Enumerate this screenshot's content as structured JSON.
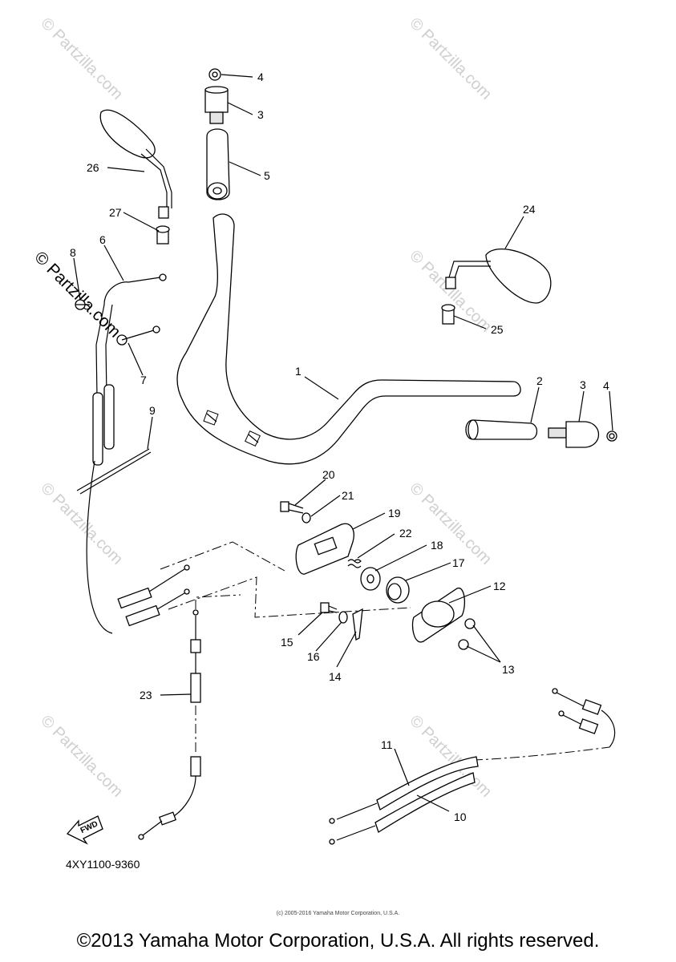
{
  "watermark": {
    "text": "© Partzilla.com",
    "copyright_symbol": "©",
    "site": "Partzilla.com"
  },
  "callouts": [
    "1",
    "2",
    "3",
    "4",
    "5",
    "6",
    "7",
    "8",
    "9",
    "10",
    "11",
    "12",
    "13",
    "14",
    "15",
    "16",
    "17",
    "18",
    "19",
    "20",
    "21",
    "22",
    "23",
    "24",
    "25",
    "26",
    "27"
  ],
  "labels": {
    "c1": "1",
    "c2": "2",
    "c3a": "3",
    "c3b": "3",
    "c4a": "4",
    "c4b": "4",
    "c5": "5",
    "c6": "6",
    "c7": "7",
    "c8": "8",
    "c9": "9",
    "c10": "10",
    "c11": "11",
    "c12": "12",
    "c13": "13",
    "c14": "14",
    "c15": "15",
    "c16": "16",
    "c17": "17",
    "c18": "18",
    "c19": "19",
    "c20": "20",
    "c21": "21",
    "c22": "22",
    "c23": "23",
    "c24": "24",
    "c25": "25",
    "c26": "26",
    "c27": "27"
  },
  "fwd_label": "FWD",
  "diagram_code": "4XY1100-9360",
  "small_copyright": "(c) 2005-2016 Yamaha Motor Corporation, U.S.A.",
  "copyright": "©2013 Yamaha Motor Corporation, U.S.A. All rights reserved."
}
